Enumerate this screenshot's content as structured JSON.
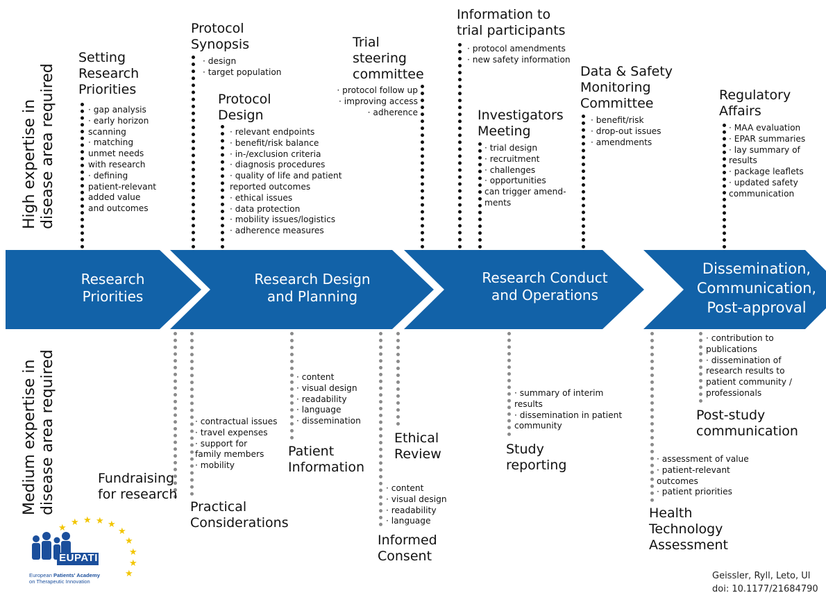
{
  "axis_labels": {
    "high": "High expertise in\ndisease area required",
    "medium": "Medium expertise in\ndisease area required"
  },
  "colors": {
    "arrow": "#1262a8",
    "dash_high": "#111111",
    "dash_medium": "#8a8a8a",
    "logo_blue": "#1b4f9c",
    "star": "#f2c500"
  },
  "arrows": [
    {
      "label": "Research\nPriorities"
    },
    {
      "label": "Research Design\nand Planning"
    },
    {
      "label": "Research Conduct\nand Operations"
    },
    {
      "label": "Dissemination,\nCommunication,\nPost-approval"
    }
  ],
  "top": {
    "setting": {
      "title": "Setting\nResearch\nPriorities",
      "items": "· gap analysis\n· early horizon\nscanning\n· matching\nunmet needs\nwith research\n· defining\npatient-relevant\nadded value\nand outcomes"
    },
    "synopsis": {
      "title": "Protocol\nSynopsis",
      "items": "· design\n· target population"
    },
    "design": {
      "title": "Protocol\nDesign",
      "items": "· relevant endpoints\n· benefit/risk balance\n· in-/exclusion criteria\n· diagnosis procedures\n· quality of life and patient\nreported outcomes\n· ethical issues\n· data protection\n· mobility issues/logistics\n· adherence measures"
    },
    "steering": {
      "title": "Trial\nsteering\ncommittee",
      "items": "· protocol follow up\n· improving access\n· adherence"
    },
    "info": {
      "title": "Information to\ntrial participants",
      "items": "· protocol amendments\n· new safety information"
    },
    "investigators": {
      "title": "Investigators\nMeeting",
      "items": "· trial design\n· recruitment\n· challenges\n· opportunities\ncan trigger amend-\nments"
    },
    "dsmc": {
      "title": "Data & Safety\nMonitoring\nCommittee",
      "items": "· benefit/risk\n· drop-out issues\n· amendments"
    },
    "regulatory": {
      "title": "Regulatory\nAffairs",
      "items": "· MAA evaluation\n· EPAR summaries\n· lay summary of\nresults\n· package leaflets\n· updated safety\ncommunication"
    }
  },
  "bottom": {
    "fundraising": {
      "title": "Fundraising\nfor research"
    },
    "practical": {
      "title": "Practical\nConsiderations",
      "items": "· contractual issues\n· travel expenses\n· support for\nfamily members\n· mobility"
    },
    "patientinfo": {
      "title": "Patient\nInformation",
      "items": "· content\n· visual design\n· readability\n· language\n· dissemination"
    },
    "ethical": {
      "title": "Ethical\nReview"
    },
    "consent": {
      "title": "Informed\nConsent",
      "items": "· content\n· visual design\n· readability\n· language"
    },
    "reporting": {
      "title": "Study\nreporting",
      "items": "· summary of interim\nresults\n· dissemination in patient\ncommunity"
    },
    "hta": {
      "title": "Health\nTechnology\nAssessment",
      "items": "· assessment of value\n· patient-relevant\noutcomes\n· patient priorities"
    },
    "poststudy": {
      "title": "Post-study\ncommunication",
      "items": "· contribution to\npublications\n· dissemination of\nresearch results to\npatient community /\nprofessionals"
    }
  },
  "logo": {
    "name": "EUPATI",
    "line1": "European ",
    "line1_accent": "Patients' Academy",
    "line2": "on Therapeutic Innovation"
  },
  "citation": {
    "line1": "Geissler, Ryll, Leto, Ul",
    "line2": "doi: 10.1177/21684790"
  }
}
